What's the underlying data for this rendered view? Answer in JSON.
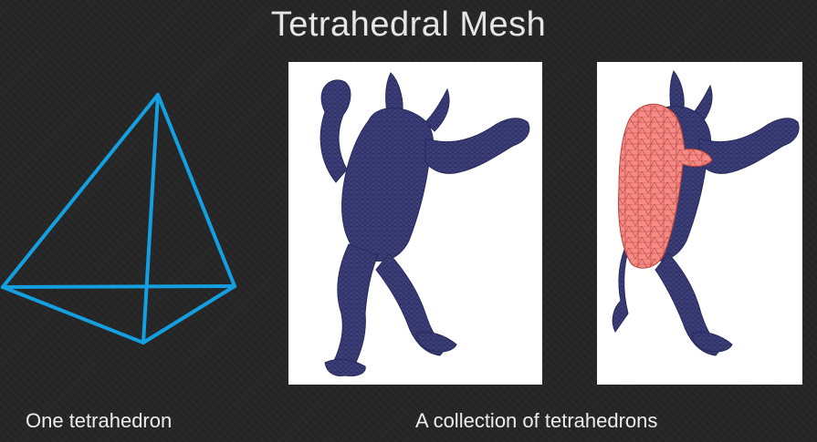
{
  "slide": {
    "title": "Tetrahedral Mesh",
    "caption_left": "One tetrahedron",
    "caption_right": "A collection of tetrahedrons"
  },
  "colors": {
    "background": "#262626",
    "tetra_edge": "#14a0e0",
    "mesh_fill": "#3c3f78",
    "mesh_wire": "#1e2050",
    "cut_fill": "#f58a86",
    "cut_wire": "#b9433e",
    "panel_bg": "#ffffff"
  }
}
